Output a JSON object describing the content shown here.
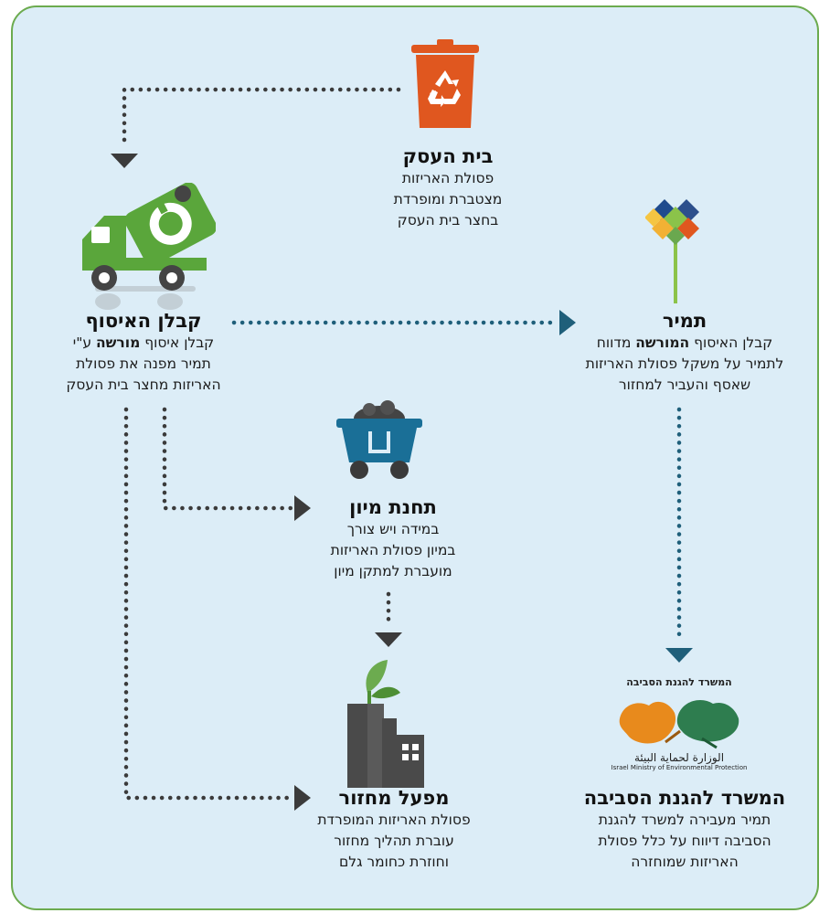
{
  "colors": {
    "frame_border": "#6cab4f",
    "background": "#dcedf7",
    "arrow_dark": "#3b3b3b",
    "arrow_blue": "#1f5f7a",
    "bin_orange": "#e0571f",
    "truck_green": "#5aa63b",
    "cart_blue": "#1a6f97",
    "factory_gray": "#4a4a4a"
  },
  "nodes": {
    "business": {
      "title": "בית העסק",
      "lines": [
        "פסולת האריזות",
        "מצטברת ומופרדת",
        "בחצר בית העסק"
      ]
    },
    "collector": {
      "title": "קבלן האיסוף",
      "line1_pre": "קבלן איסוף ",
      "line1_bold": "מורשה",
      "line1_post": " ע\"י",
      "lines": [
        "תמיר מפנה את פסולת",
        "האריזות מחצר בית העסק"
      ]
    },
    "tamir": {
      "title": "תמיר",
      "line1_pre": "קבלן האיסוף ",
      "line1_bold": "המורשה",
      "line1_post": " מדווח",
      "lines": [
        "לתמיר על משקל פסולת האריזות",
        "שאסף והעביר למחזור"
      ]
    },
    "sorting": {
      "title": "תחנת מיון",
      "lines": [
        "במידה ויש צורך",
        "במיון פסולת האריזות",
        "מועברת למתקן מיון"
      ]
    },
    "recycling": {
      "title": "מפעל מחזור",
      "lines": [
        "פסולת האריזות המופרדת",
        "עוברת תהליך מחזור",
        "וחוזרת כחומר גלם"
      ]
    },
    "ministry": {
      "title": "המשרד להגנת הסביבה",
      "lines": [
        "תמיר מעבירה למשרד להגנת",
        "הסביבה דיווח על כלל פסולת",
        "האריזות שמוחזרה"
      ]
    }
  },
  "logo": {
    "top_text": "המשרד להגנת הסביבה",
    "arabic_text": "الوزارة لحماية البيئة",
    "english_text": "Israel Ministry of Environmental Protection"
  },
  "icons": [
    "recycle-bin-icon",
    "garbage-truck-icon",
    "tamir-logo-icon",
    "mining-cart-icon",
    "factory-icon",
    "ministry-logo-icon"
  ]
}
